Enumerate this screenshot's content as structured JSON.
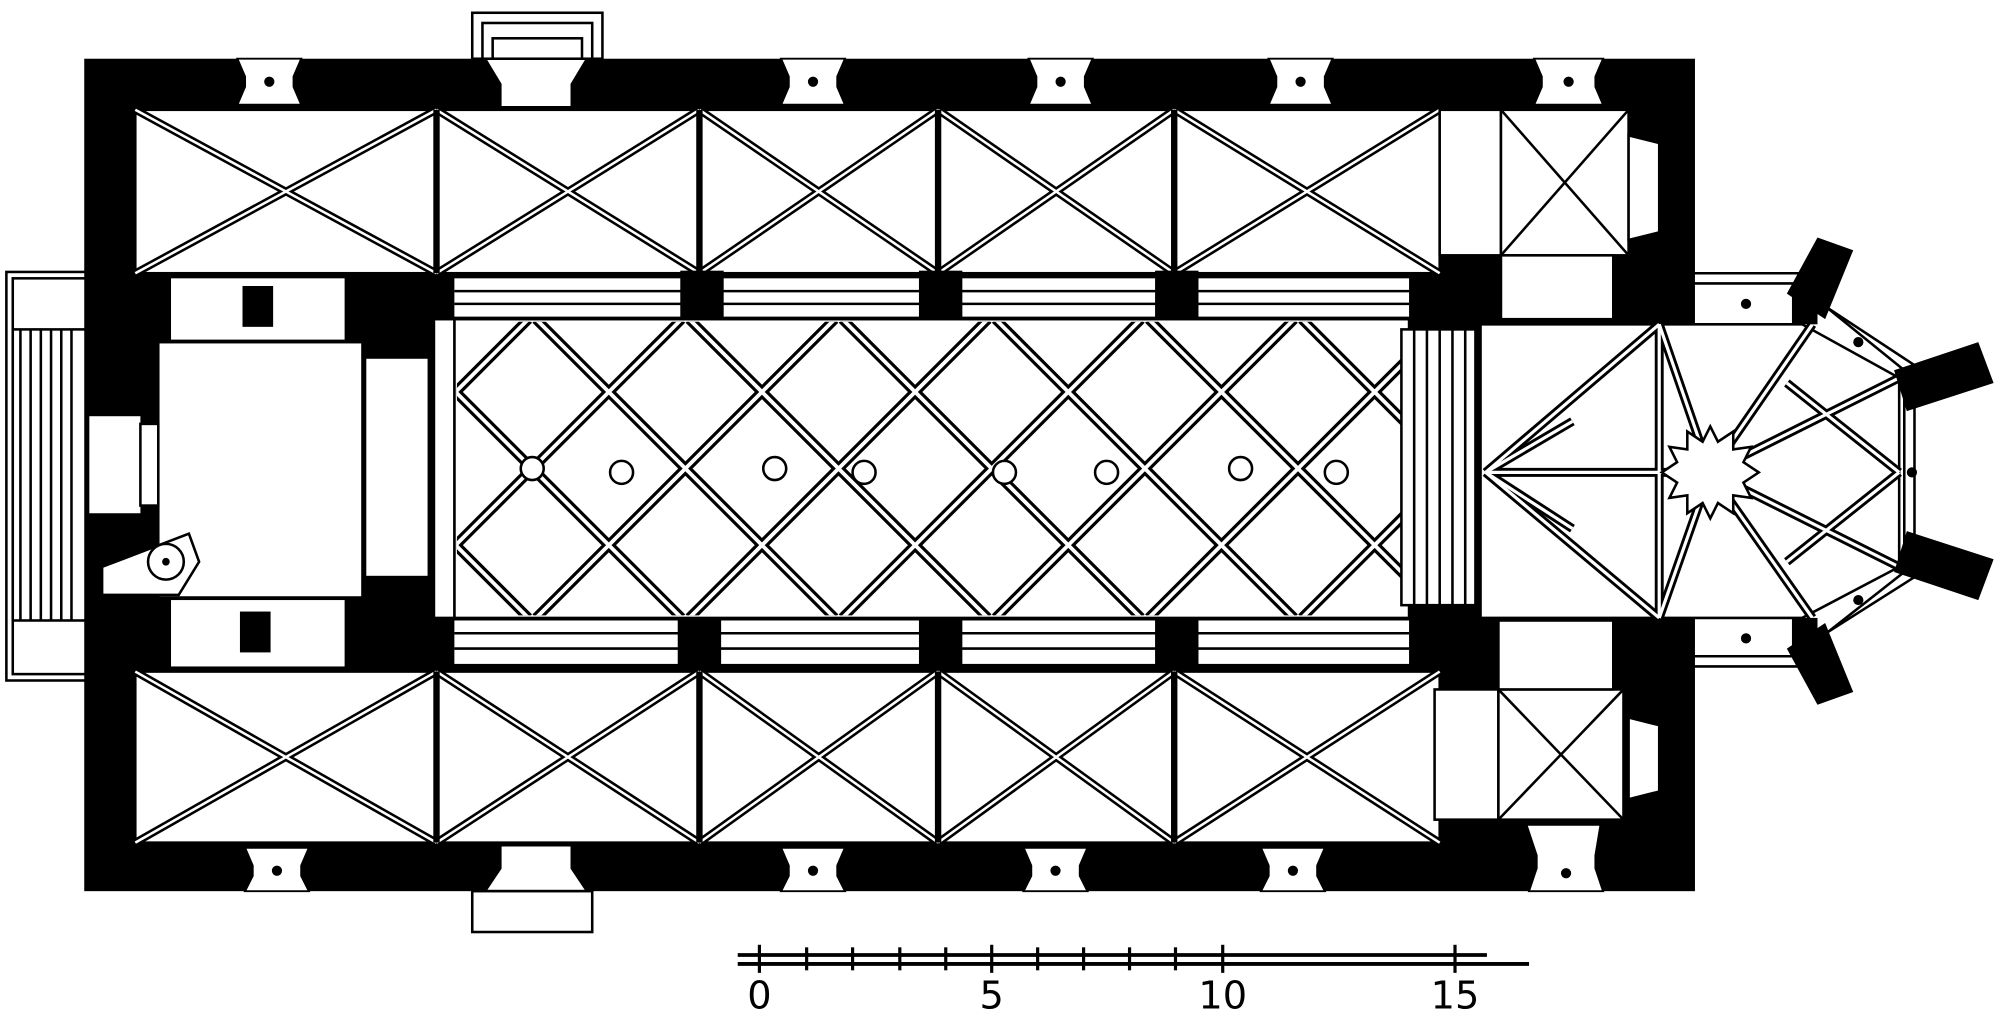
{
  "colors": {
    "wall": "#000000",
    "paper": "#ffffff"
  },
  "scale_bar": {
    "labels": [
      "0",
      "5",
      "10",
      "15"
    ]
  }
}
